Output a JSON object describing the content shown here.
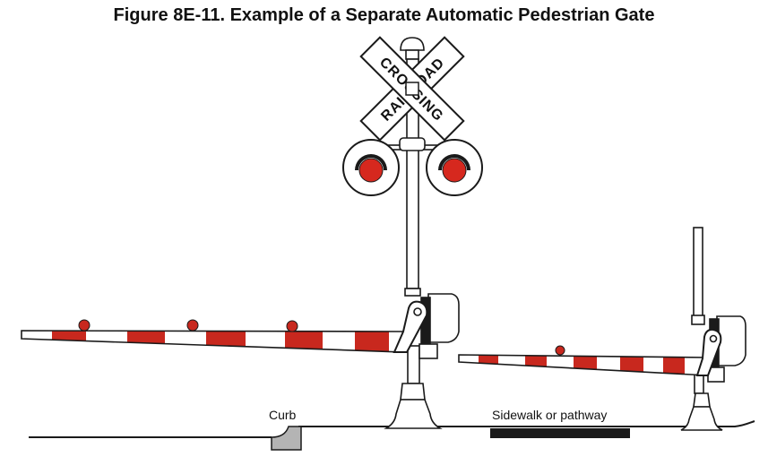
{
  "figure": {
    "title": "Figure 8E-11.  Example of a Separate Automatic Pedestrian Gate"
  },
  "crossbuck": {
    "word_1": "RAILROAD",
    "word_2": "CROSSING"
  },
  "labels": {
    "curb": "Curb",
    "sidewalk": "Sidewalk or pathway"
  },
  "colors": {
    "gate_stripe": "#c8281e",
    "signal_lamp": "#d6281e",
    "line": "#1a1a1a",
    "curb_fill": "#b4b4b4"
  }
}
